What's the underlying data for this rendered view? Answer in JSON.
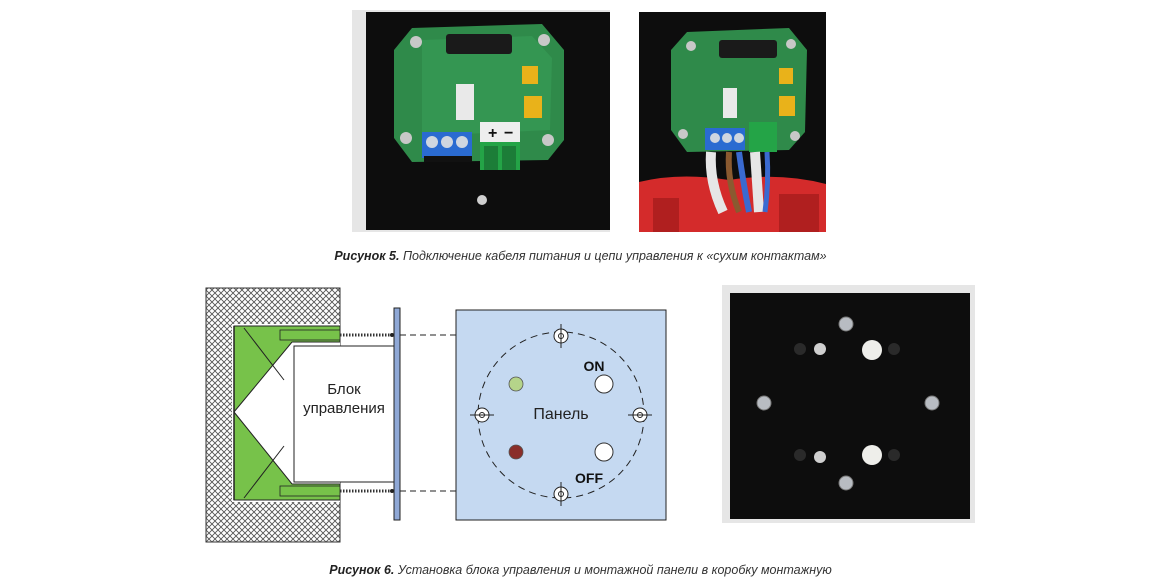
{
  "figure5": {
    "caption_label": "Рисунок 5.",
    "caption_text": " Подключение кабеля питания и цепи управления к «сухим контактам»",
    "terminal_plus": "+",
    "terminal_minus": "−"
  },
  "figure6": {
    "caption_label": "Рисунок 6.",
    "caption_text": " Установка блока управления и монтажной панели в коробку монтажную",
    "block_line1": "Блок",
    "block_line2": "управления",
    "panel_label": "Панель",
    "on_label": "ON",
    "off_label": "OFF"
  },
  "colors": {
    "pcb_green": "#2f8a4a",
    "black_plate": "#0d0d0d",
    "panel_fill": "#c5d9f1",
    "diagram_green": "#77c24a",
    "led_green": "#b5d48a",
    "led_red": "#8a2e2a"
  }
}
